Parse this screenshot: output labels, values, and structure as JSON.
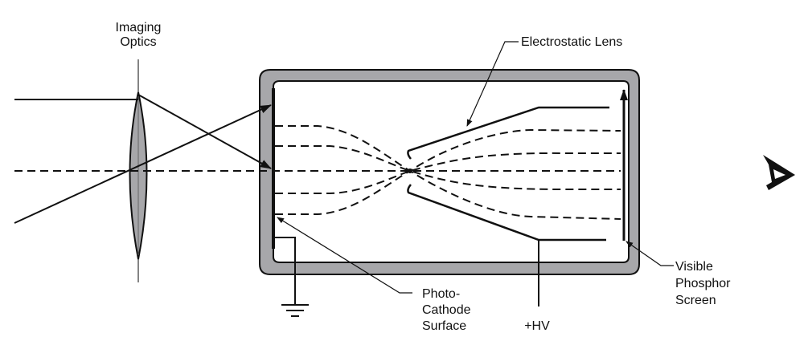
{
  "diagram": {
    "title": "Image intensifier tube schematic",
    "labels": {
      "imaging_optics": [
        "Imaging",
        "Optics"
      ],
      "electrostatic_lens": "Electrostatic Lens",
      "photocathode": [
        "Photo-",
        "Cathode",
        "Surface"
      ],
      "high_voltage": "+HV",
      "phosphor_screen": [
        "Visible",
        "Phosphor",
        "Screen"
      ]
    },
    "colors": {
      "housing_fill": "#a7a7aa",
      "lens_fill": "#a7a7aa",
      "line": "#111111",
      "background": "#ffffff"
    },
    "icons": {
      "ground": "ground-symbol",
      "observer": "eye-icon"
    }
  }
}
